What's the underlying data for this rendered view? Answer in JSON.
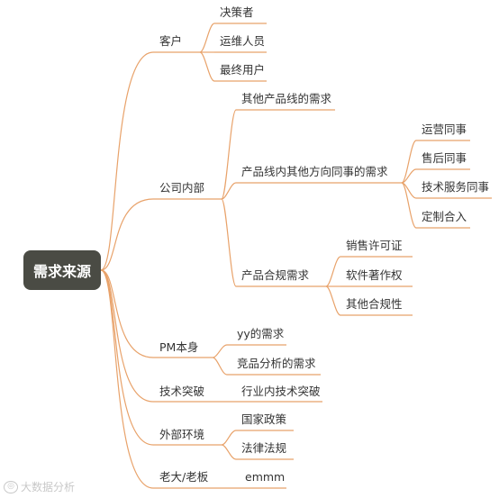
{
  "root": "需求来源",
  "line_color": "#e8a26a",
  "branches": {
    "customer": "客户",
    "customer_items": [
      "决策者",
      "运维人员",
      "最终用户"
    ],
    "internal": "公司内部",
    "internal_other_lines": "其他产品线的需求",
    "internal_colleagues": "产品线内其他方向同事的需求",
    "colleague_items": [
      "运营同事",
      "售后同事",
      "技术服务同事",
      "定制合入"
    ],
    "compliance": "产品合规需求",
    "compliance_items": [
      "销售许可证",
      "软件著作权",
      "其他合规性"
    ],
    "pm": "PM本身",
    "pm_items": [
      "yy的需求",
      "竞品分析的需求"
    ],
    "tech": "技术突破",
    "tech_items": [
      "行业内技术突破"
    ],
    "external": "外部环境",
    "external_items": [
      "国家政策",
      "法律法规"
    ],
    "boss": "老大/老板",
    "boss_items": [
      "emmm"
    ]
  },
  "watermark": "大数据分析"
}
